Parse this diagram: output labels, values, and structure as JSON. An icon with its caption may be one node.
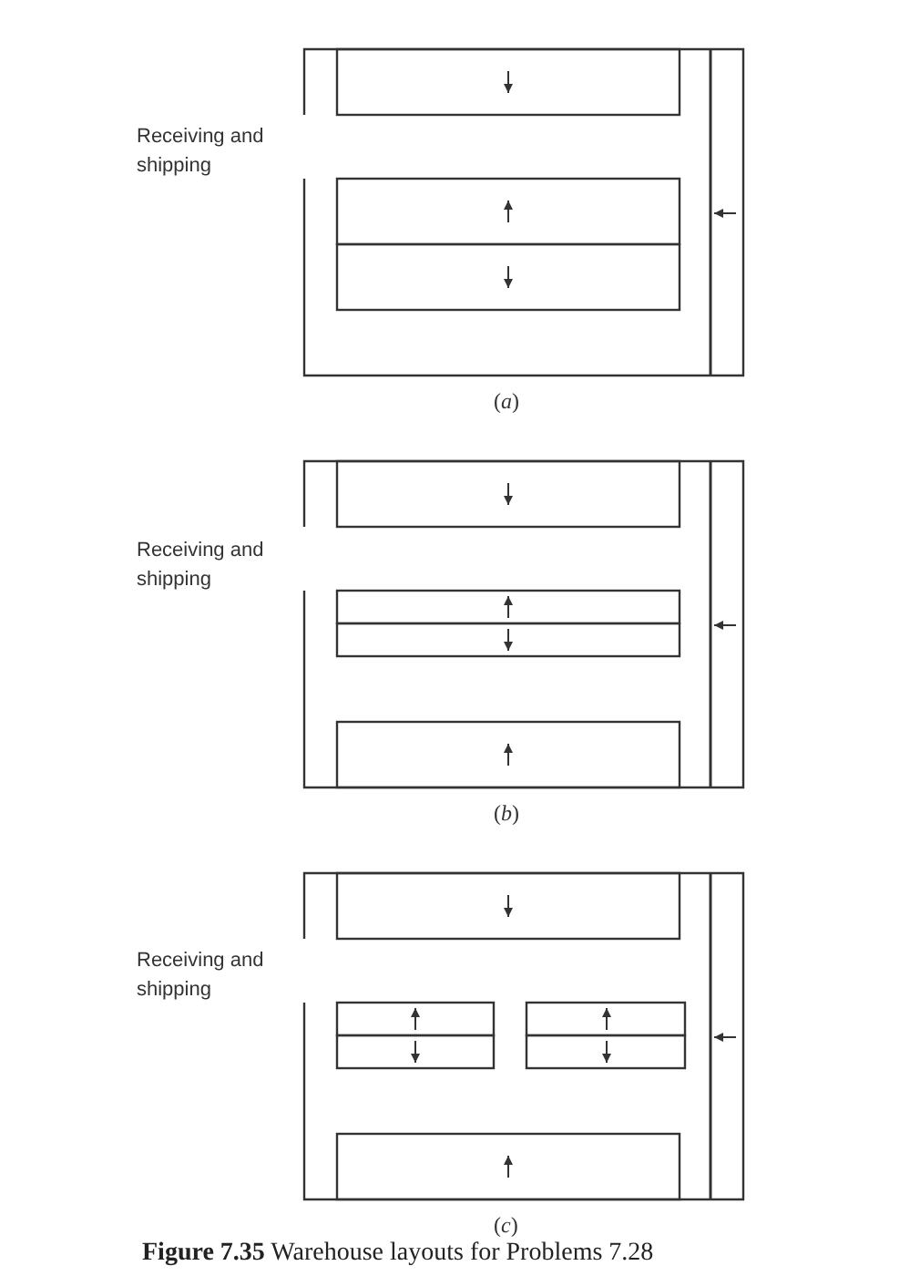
{
  "diagram": {
    "caption": "**Figure 7.35** Warehouse layouts for Problems 7.28",
    "labels": [
      "Receiving and shipping",
      "(*a*)",
      "Receiving and shipping",
      "(*b*)",
      "Receiving and shipping",
      "(*c*)"
    ]
  }
}
